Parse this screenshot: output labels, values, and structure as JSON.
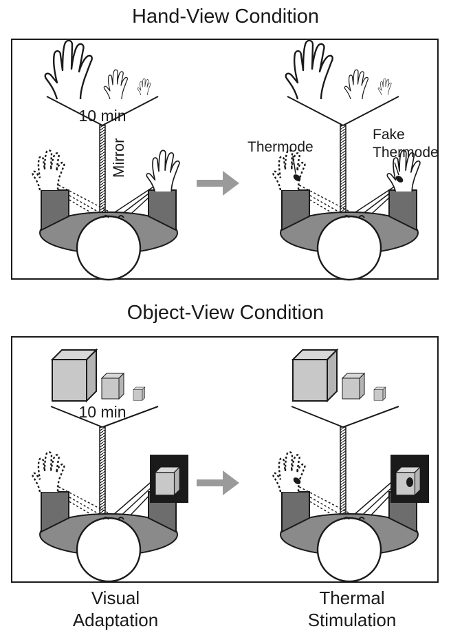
{
  "hand_view": {
    "title": "Hand-View Condition",
    "duration_label": "10 min",
    "mirror_label": "Mirror",
    "thermode_label": "Thermode",
    "fake_thermode_line1": "Fake",
    "fake_thermode_line2": "Thermode"
  },
  "object_view": {
    "title": "Object-View Condition",
    "duration_label": "10 min"
  },
  "captions": {
    "left_line1": "Visual",
    "left_line2": "Adaptation",
    "right_line1": "Thermal",
    "right_line2": "Stimulation"
  },
  "colors": {
    "arm_gray": "#6d6d6d",
    "table_gray": "#8a8a8a",
    "box_gray": "#c8c8c8",
    "arrow_gray": "#9a9a9a",
    "black": "#1a1a1a"
  }
}
